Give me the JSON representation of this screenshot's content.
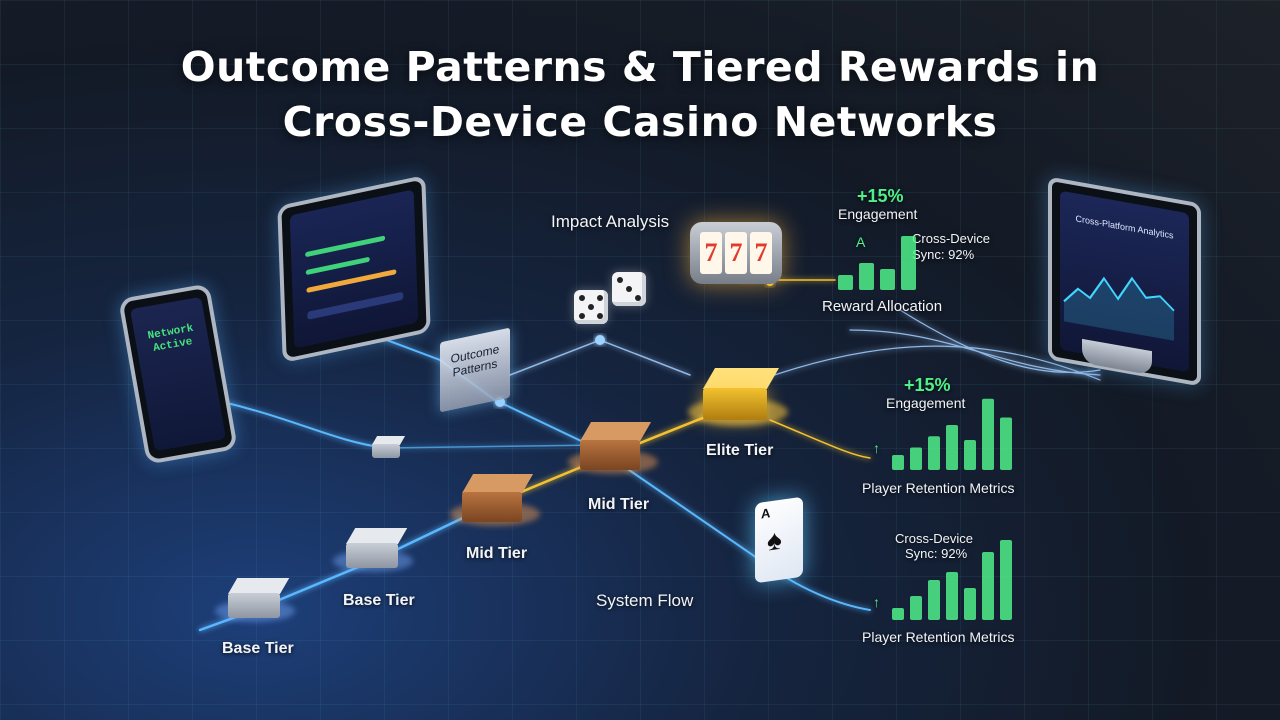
{
  "title": {
    "line1": "Outcome Patterns & Tiered Rewards in",
    "line2": "Cross-Device Casino Networks"
  },
  "labels": {
    "impact_analysis": "Impact Analysis",
    "outcome_patterns_1": "Outcome",
    "outcome_patterns_2": "Patterns",
    "system_flow": "System Flow",
    "reward_allocation": "Reward Allocation"
  },
  "tiers": {
    "base_1": "Base Tier",
    "base_2": "Base Tier",
    "mid_1": "Mid Tier",
    "mid_2": "Mid Tier",
    "elite": "Elite Tier"
  },
  "metrics": {
    "top": {
      "value": "+15%",
      "label": "Engagement",
      "sync_line1": "Cross-Device",
      "sync_line2": "Sync: 92%",
      "marker": "A",
      "bar_levels": [
        0.25,
        0.45,
        0.35,
        0.9
      ]
    },
    "middle": {
      "value": "+15%",
      "label": "Engagement",
      "caption": "Player Retention Metrics",
      "bar_levels": [
        0.2,
        0.3,
        0.45,
        0.6,
        0.4,
        0.95,
        0.7
      ]
    },
    "bottom": {
      "sync_line1": "Cross-Device",
      "sync_line2": "Sync: 92%",
      "caption": "Player Retention Metrics",
      "bar_levels": [
        0.15,
        0.3,
        0.5,
        0.6,
        0.4,
        0.85,
        1.0
      ]
    }
  },
  "devices": {
    "phone_text": "Network Active",
    "monitor_title": "Cross-Platform Analytics"
  },
  "card": {
    "rank": "A",
    "suit": "♠"
  },
  "slot": {
    "reels": [
      "7",
      "7",
      "7"
    ]
  },
  "colors": {
    "accent_green": "#4ff08a",
    "gold": "#f2c230",
    "bronze": "#b97440",
    "silver": "#c9ced6",
    "flow_blue": "#5ab8ff"
  }
}
